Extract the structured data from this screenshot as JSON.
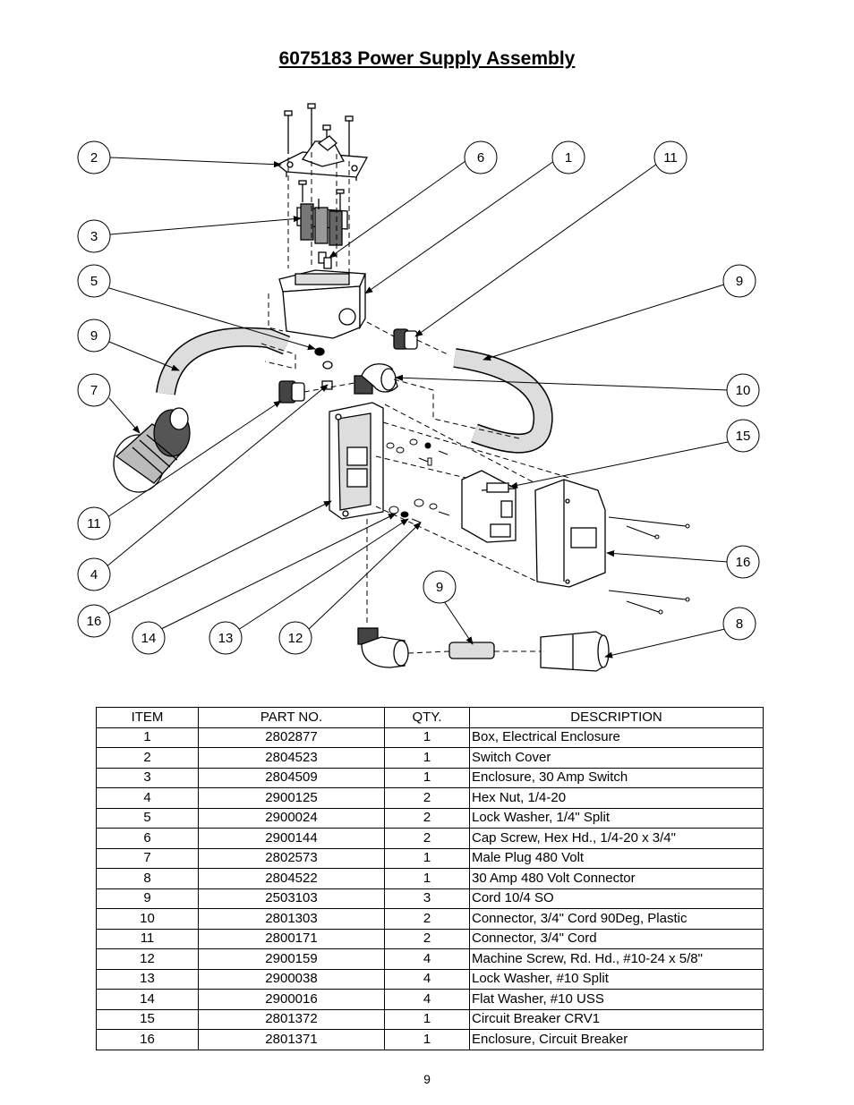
{
  "title": "6075183 Power Supply Assembly",
  "callouts": [
    "2",
    "6",
    "1",
    "11",
    "3",
    "5",
    "9",
    "9",
    "7",
    "10",
    "15",
    "11",
    "16",
    "4",
    "9",
    "16",
    "8",
    "14",
    "13",
    "12"
  ],
  "table": {
    "headers": [
      "ITEM",
      "PART NO.",
      "QTY.",
      "DESCRIPTION"
    ],
    "rows": [
      [
        "1",
        "2802877",
        "1",
        "Box, Electrical Enclosure"
      ],
      [
        "2",
        "2804523",
        "1",
        "Switch Cover"
      ],
      [
        "3",
        "2804509",
        "1",
        "Enclosure, 30 Amp Switch"
      ],
      [
        "4",
        "2900125",
        "2",
        "Hex Nut, 1/4-20"
      ],
      [
        "5",
        "2900024",
        "2",
        "Lock Washer, 1/4\" Split"
      ],
      [
        "6",
        "2900144",
        "2",
        "Cap Screw, Hex Hd., 1/4-20 x 3/4\""
      ],
      [
        "7",
        "2802573",
        "1",
        "Male Plug 480 Volt"
      ],
      [
        "8",
        "2804522",
        "1",
        "30 Amp 480 Volt Connector"
      ],
      [
        "9",
        "2503103",
        "3",
        "Cord 10/4 SO"
      ],
      [
        "10",
        "2801303",
        "2",
        "Connector, 3/4\" Cord 90Deg, Plastic"
      ],
      [
        "11",
        "2800171",
        "2",
        "Connector, 3/4\" Cord"
      ],
      [
        "12",
        "2900159",
        "4",
        "Machine Screw, Rd. Hd., #10-24 x 5/8\""
      ],
      [
        "13",
        "2900038",
        "4",
        "Lock Washer, #10 Split"
      ],
      [
        "14",
        "2900016",
        "4",
        "Flat Washer, #10 USS"
      ],
      [
        "15",
        "2801372",
        "1",
        "Circuit Breaker CRV1"
      ],
      [
        "16",
        "2801371",
        "1",
        "Enclosure, Circuit Breaker"
      ]
    ]
  },
  "page_number": "9"
}
